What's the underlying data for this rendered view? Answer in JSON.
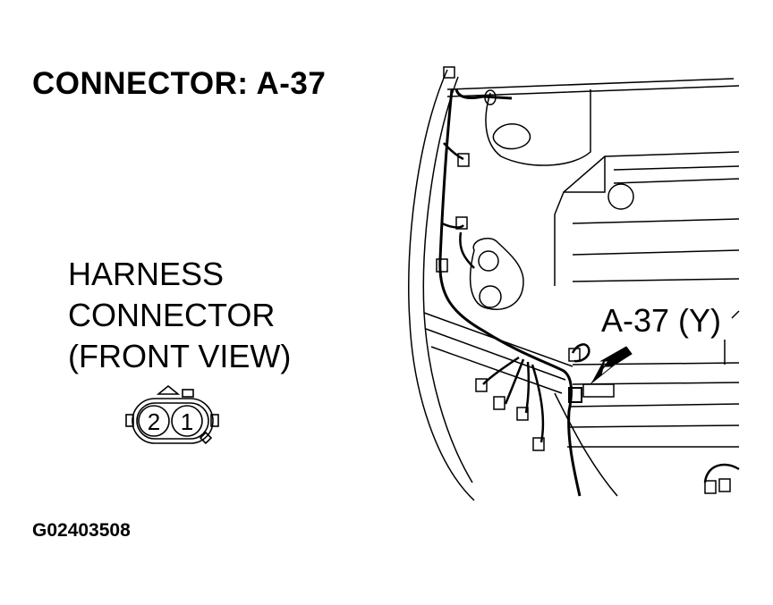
{
  "title": "CONNECTOR: A-37",
  "harness_label": {
    "line1": "HARNESS",
    "line2": "CONNECTOR",
    "line3": "(FRONT VIEW)"
  },
  "connector_pins": {
    "left": "2",
    "right": "1"
  },
  "callout_label": "A-37 (Y)",
  "figure_id": "G02403508",
  "colors": {
    "ink": "#000000",
    "background": "#ffffff"
  }
}
